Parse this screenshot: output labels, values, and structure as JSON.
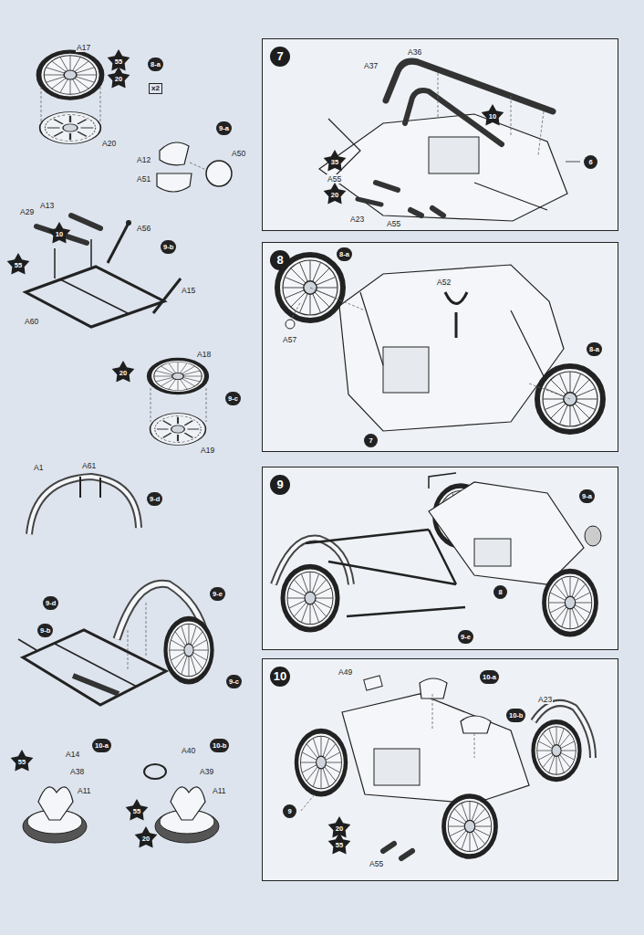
{
  "diagram": {
    "nodes": [
      {
        "text": [
          "7"
        ]
      },
      {
        "text": [
          "8"
        ]
      },
      {
        "text": [
          "9"
        ]
      },
      {
        "text": [
          "10"
        ]
      }
    ],
    "labels": [
      "A17",
      "55",
      "20",
      "8-a",
      "x2",
      "A20",
      "9-a",
      "A12",
      "A50",
      "A51",
      "A13",
      "A29",
      "10",
      "55",
      "A56",
      "9-b",
      "A15",
      "A60",
      "A18",
      "20",
      "9-c",
      "A19",
      "A1",
      "A61",
      "9-d",
      "9-d",
      "9-e",
      "9-b",
      "9-c",
      "10-a",
      "10-b",
      "A14",
      "A40",
      "55",
      "A38",
      "A39",
      "A11",
      "A11",
      "55",
      "20",
      "A36",
      "A37",
      "10",
      "35",
      "A55",
      "20",
      "A23",
      "A55",
      "6",
      "8-a",
      "A52",
      "A57",
      "8-a",
      "7",
      "9-a",
      "8",
      "9-e",
      "A49",
      "10-a",
      "A23",
      "10-b",
      "9",
      "20",
      "55",
      "A55"
    ]
  }
}
